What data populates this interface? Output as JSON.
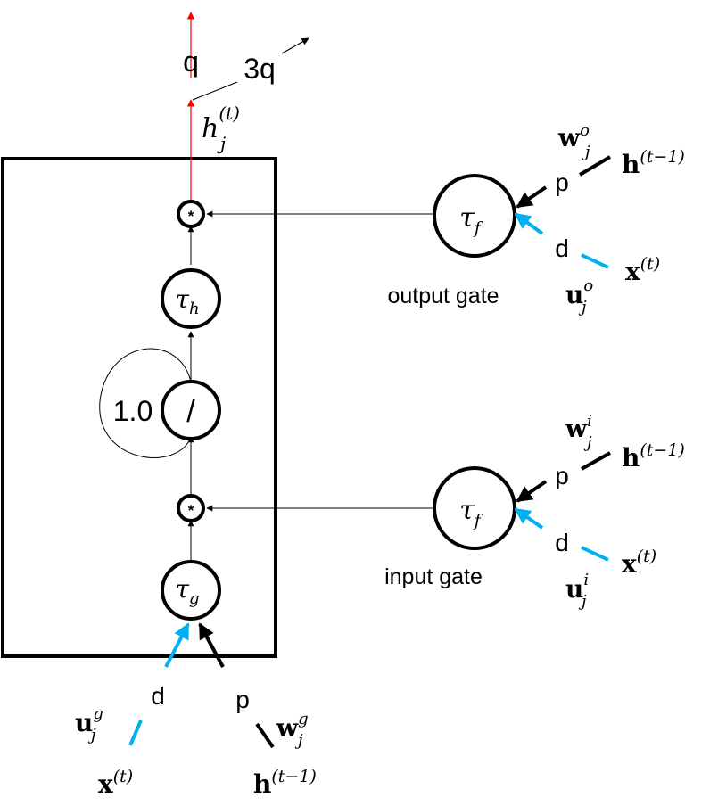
{
  "colors": {
    "stroke": "#000000",
    "output": "#ff0000",
    "input": "#00b0f0"
  },
  "top": {
    "q_label": "q",
    "fanout_label": "3q",
    "output_var": "h",
    "output_sub": "j",
    "output_sup": "(t)"
  },
  "cell": {
    "gate_op": "*",
    "tau_h": {
      "main": "τ",
      "sub": "h"
    },
    "div_op": "/",
    "self_loop": "1.0",
    "tau_g": {
      "main": "τ",
      "sub": "g"
    }
  },
  "output_gate": {
    "label": "output gate",
    "tau": {
      "main": "τ",
      "sub": "f"
    },
    "p_label": "p",
    "d_label": "d",
    "w": {
      "main": "w",
      "sub": "j",
      "sup": "o"
    },
    "u": {
      "main": "u",
      "sub": "j",
      "sup": "o"
    },
    "h_prev": {
      "main": "h",
      "sup": "(t−1)"
    },
    "x_in": {
      "main": "x",
      "sup": "(t)"
    }
  },
  "input_gate": {
    "label": "input gate",
    "tau": {
      "main": "τ",
      "sub": "f"
    },
    "p_label": "p",
    "d_label": "d",
    "w": {
      "main": "w",
      "sub": "j",
      "sup": "i"
    },
    "u": {
      "main": "u",
      "sub": "j",
      "sup": "i"
    },
    "h_prev": {
      "main": "h",
      "sup": "(t−1)"
    },
    "x_in": {
      "main": "x",
      "sup": "(t)"
    }
  },
  "bottom": {
    "p_label": "p",
    "d_label": "d",
    "w": {
      "main": "w",
      "sub": "j",
      "sup": "g"
    },
    "u": {
      "main": "u",
      "sub": "j",
      "sup": "g"
    },
    "h_prev": {
      "main": "h",
      "sup": "(t−1)"
    },
    "x_in": {
      "main": "x",
      "sup": "(t)"
    }
  }
}
